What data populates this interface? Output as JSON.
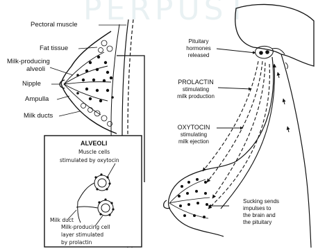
{
  "watermark": "PERPUST",
  "left_labels": {
    "pectoral_muscle": "Pectoral muscle",
    "fat_tissue": "Fat tissue",
    "alveoli_line1": "Milk-producing",
    "alveoli_line2": "alveoli",
    "nipple": "Nipple",
    "ampulla": "Ampulla",
    "milk_ducts": "Milk ducts"
  },
  "inset": {
    "title": "ALVEOLI",
    "muscle_line1": "Muscle cells",
    "muscle_line2": "stimulated by oxytocin",
    "milk_duct": "Milk duct",
    "cell_line1": "Milk-producing   cell",
    "cell_line2": "layer stimulated",
    "cell_line3": "by prolactin"
  },
  "right_labels": {
    "pituitary_line1": "Pituitary",
    "pituitary_line2": "hormones",
    "pituitary_line3": "released",
    "prolactin_title": "PROLACTIN",
    "prolactin_line1": "stimulating",
    "prolactin_line2": "milk production",
    "oxytocin_title": "OXYTOCIN",
    "oxytocin_line1": "stimulating",
    "oxytocin_line2": "milk ejection",
    "sucking_line1": "Sucking sends",
    "sucking_line2": "impulses to",
    "sucking_line3": "the brain and",
    "sucking_line4": "the pituitary"
  }
}
